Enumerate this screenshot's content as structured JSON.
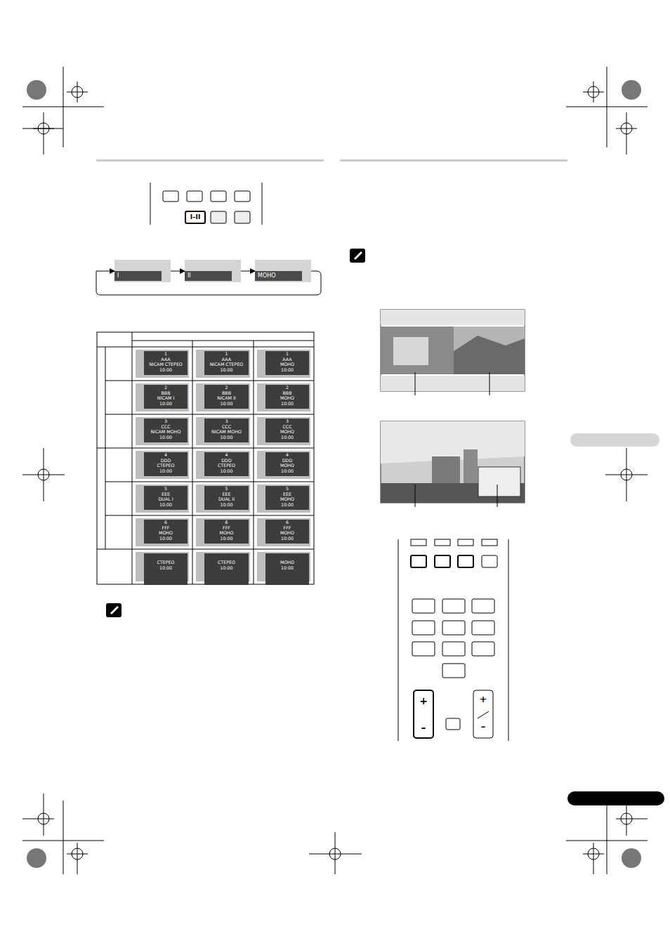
{
  "diagram": {
    "nodes": [
      {
        "text": [
          "I"
        ]
      },
      {
        "text": [
          "II"
        ]
      },
      {
        "text": [
          "МОНО"
        ]
      }
    ],
    "edges": [
      {
        "from": 0,
        "to": 1,
        "arrow": "to"
      },
      {
        "from": 1,
        "to": 2,
        "arrow": "to"
      },
      {
        "from": 2,
        "to": 0,
        "arrow": "to"
      }
    ],
    "labels": [
      "1",
      "AAA",
      "NICAM СТЕРЕО",
      "10:00",
      "1",
      "AAA",
      "NICAM СТЕРЕО",
      "10:00",
      "1",
      "AAA",
      "МОНО",
      "10:00",
      "2",
      "BBB",
      "NICAM I",
      "10:00",
      "2",
      "BBB",
      "NICAM II",
      "10:00",
      "2",
      "BBB",
      "МОНО",
      "10:00",
      "3",
      "CCC",
      "NICAM МОНО",
      "10:00",
      "3",
      "CCC",
      "NICAM МОНО",
      "10:00",
      "3",
      "CCC",
      "МОНО",
      "10:00",
      "4",
      "DDD",
      "СТЕРЕО",
      "10:00",
      "4",
      "DDD",
      "СТЕРЕО",
      "10:00",
      "4",
      "DDD",
      "МОНО",
      "10:00",
      "5",
      "EEE",
      "DUAL I",
      "10:00",
      "5",
      "EEE",
      "DUAL II",
      "10:00",
      "5",
      "EEE",
      "МОНО",
      "10:00",
      "6",
      "FFF",
      "МОНО",
      "10:00",
      "6",
      "FFF",
      "МОНО",
      "10:00",
      "6",
      "FFF",
      "МОНО",
      "10:00",
      "СТЕРЕО",
      "10:00",
      "СТЕРЕО",
      "10:00",
      "МОНО",
      "10:00",
      "I–II",
      "+",
      "–",
      "+",
      "–"
    ]
  }
}
